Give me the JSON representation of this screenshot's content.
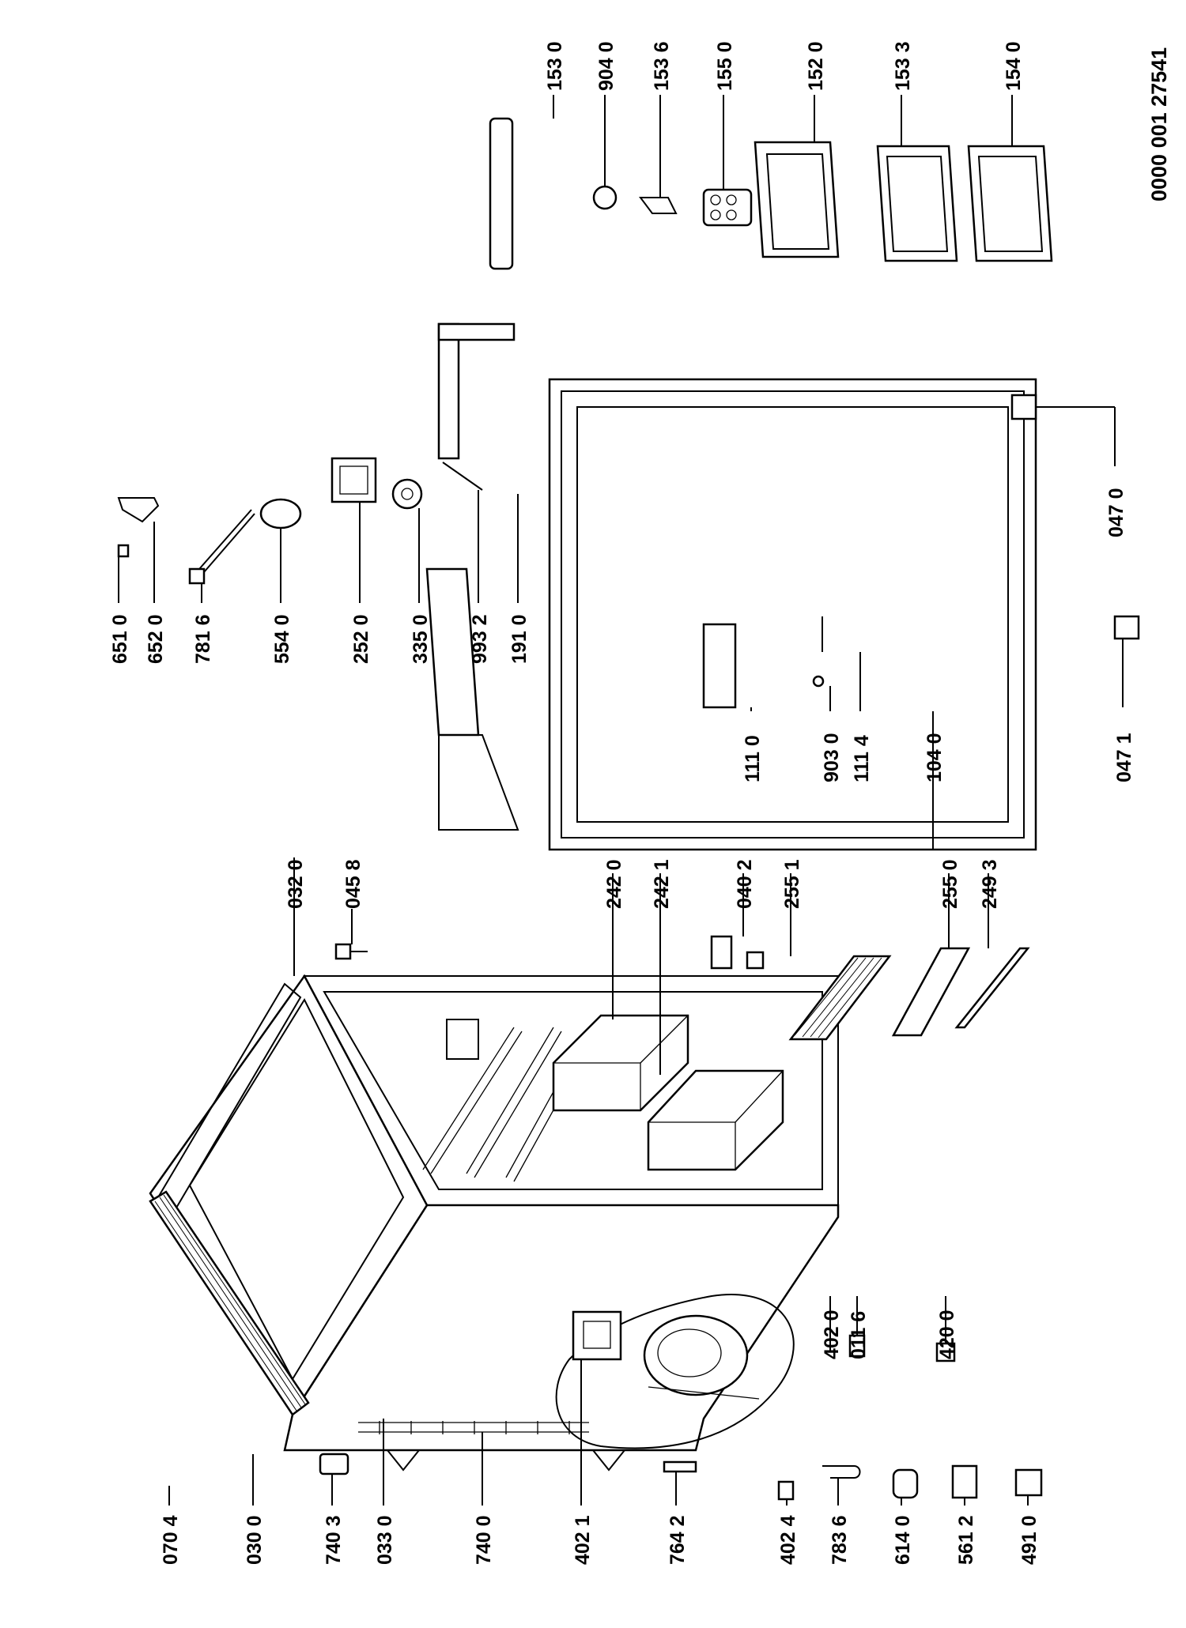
{
  "document_number": "0000 001 27541",
  "labels": {
    "p0704": "070 4",
    "p0300": "030 0",
    "p7403": "740 3",
    "p0330": "033 0",
    "p7400": "740 0",
    "p4021": "402 1",
    "p7642": "764 2",
    "p4024": "402 4",
    "p7836": "783 6",
    "p6140": "614 0",
    "p5612": "561 2",
    "p4910": "491 0",
    "p4020": "402 0",
    "p0116": "011 6",
    "p4200": "420 0",
    "p0320": "032 0",
    "p0458": "045 8",
    "p2420": "242 0",
    "p2421": "242 1",
    "p0402": "040 2",
    "p2551": "255 1",
    "p2550": "255 0",
    "p2493": "249 3",
    "p6510": "651 0",
    "p6520": "652 0",
    "p7816": "781 6",
    "p5540": "554 0",
    "p2520": "252 0",
    "p3350": "335 0",
    "p9932": "993 2",
    "p1910": "191 0",
    "p1110": "111 0",
    "p9030": "903 0",
    "p1114": "111 4",
    "p1040": "104 0",
    "p0471": "047 1",
    "p0470": "047 0",
    "p1530": "153 0",
    "p9040": "904 0",
    "p1536": "153 6",
    "p1550": "155 0",
    "p1520": "152 0",
    "p1533": "153 3",
    "p1540": "154 0"
  }
}
